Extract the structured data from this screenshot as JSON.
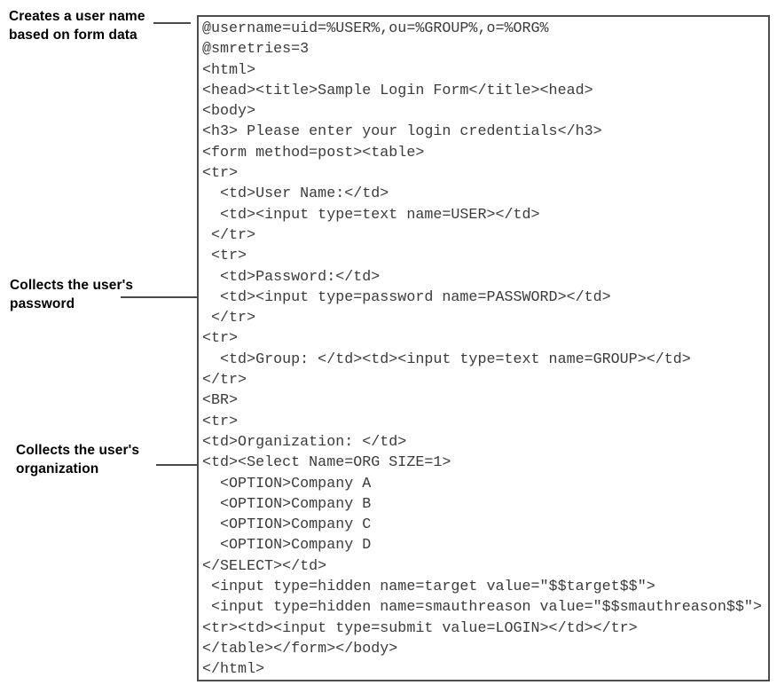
{
  "colors": {
    "background": "#ffffff",
    "box_border": "#4d4d4d",
    "code_text": "#3b3b3b",
    "callout_text": "#000000",
    "pointer_line": "#4a4a4a"
  },
  "callouts": [
    {
      "text": "Creates a user name\nbased on form data"
    },
    {
      "text": "Collects the user's\npassword"
    },
    {
      "text": "Collects the user's\norganization"
    }
  ],
  "code": {
    "lines": [
      "@username=uid=%USER%,ou=%GROUP%,o=%ORG%",
      "@smretries=3",
      "<html>",
      "<head><title>Sample Login Form</title><head>",
      "<body>",
      "<h3> Please enter your login credentials</h3>",
      "<form method=post><table>",
      "<tr>",
      "  <td>User Name:</td>",
      "  <td><input type=text name=USER></td>",
      " </tr>",
      " <tr>",
      "  <td>Password:</td>",
      "  <td><input type=password name=PASSWORD></td>",
      " </tr>",
      "<tr>",
      "  <td>Group: </td><td><input type=text name=GROUP></td>",
      "</tr>",
      "<BR>",
      "<tr>",
      "<td>Organization: </td>",
      "<td><Select Name=ORG SIZE=1>",
      "  <OPTION>Company A",
      "  <OPTION>Company B",
      "  <OPTION>Company C",
      "  <OPTION>Company D",
      "</SELECT></td>",
      " <input type=hidden name=target value=\"$$target$$\">",
      " <input type=hidden name=smauthreason value=\"$$smauthreason$$\">",
      "<tr><td><input type=submit value=LOGIN></td></tr>",
      "</table></form></body>",
      "</html>"
    ]
  }
}
